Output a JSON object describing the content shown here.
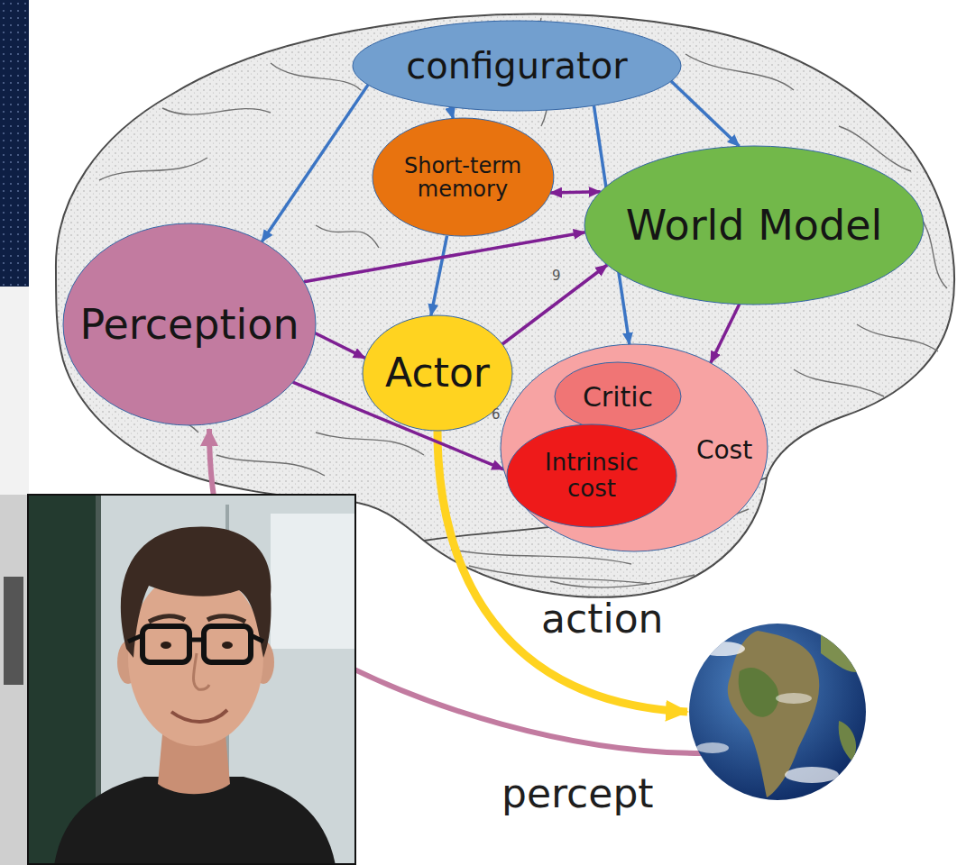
{
  "diagram": {
    "nodes": [
      {
        "text": [
          "configurator"
        ]
      },
      {
        "text": [
          "Short-term memory"
        ]
      },
      {
        "text": [
          "World Model"
        ]
      },
      {
        "text": [
          "Perception"
        ]
      },
      {
        "text": [
          "Actor"
        ]
      },
      {
        "text": [
          "Cost"
        ]
      },
      {
        "text": [
          "Critic"
        ],
        "in": 5
      },
      {
        "text": [
          "Intrinsic cost"
        ],
        "in": 5
      }
    ],
    "edges": [
      {
        "from": 0,
        "to": 3,
        "arrow": "to"
      },
      {
        "from": 0,
        "to": 1,
        "arrow": "to"
      },
      {
        "from": 1,
        "to": 4,
        "arrow": "to"
      },
      {
        "from": 0,
        "to": 5,
        "arrow": "to"
      },
      {
        "from": 0,
        "to": 2,
        "arrow": "to"
      },
      {
        "from": 1,
        "to": 2,
        "arrow": "both"
      },
      {
        "from": 3,
        "to": 2,
        "arrow": "to"
      },
      {
        "from": 3,
        "to": 4,
        "arrow": "to"
      },
      {
        "from": 3,
        "to": 5,
        "arrow": "to"
      },
      {
        "from": 4,
        "to": 2,
        "arrow": "to"
      },
      {
        "from": 2,
        "to": 5,
        "arrow": "to"
      }
    ],
    "labels": [
      "9",
      "6",
      "action",
      "percept"
    ]
  }
}
